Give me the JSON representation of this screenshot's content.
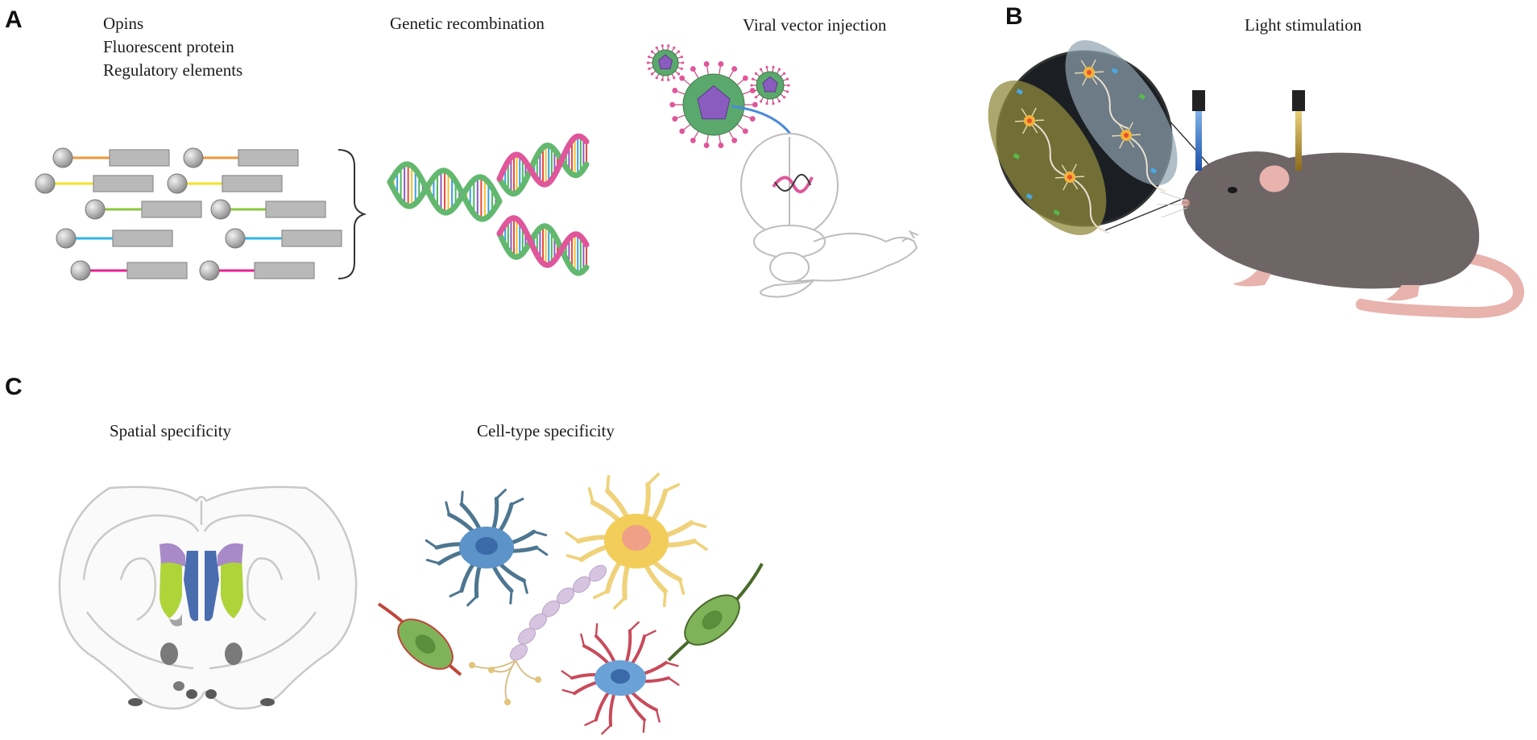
{
  "panels": {
    "a": {
      "letter": "A",
      "components": [
        "Opins",
        "Fluorescent protein",
        "Regulatory elements"
      ],
      "genetic_title": "Genetic recombination",
      "viral_title": "Viral vector injection",
      "construct_colors": [
        "#f0983a",
        "#f2e22a",
        "#8cc63f",
        "#2fb4e6",
        "#e8208f"
      ]
    },
    "b": {
      "letter": "B",
      "title": "Light stimulation"
    },
    "c": {
      "letter": "C",
      "spatial_title": "Spatial specificity",
      "celltype_title": "Cell-type specificity"
    }
  },
  "colors": {
    "gray_box": "#b9b9b9",
    "dna_green": "#63b86f",
    "dna_pink": "#e0569a",
    "virus_green": "#5aa86b",
    "virus_purple": "#8a5cc0",
    "mouse_body": "#6e6666",
    "mouse_pink": "#e8b2ad",
    "astrocyte_blue": "#5c93c8",
    "neuron_yellow": "#f2cd5a",
    "oligo_green": "#7fb35a",
    "brain_purple": "#a98ac8",
    "brain_green": "#aed43a",
    "brain_blue": "#4a6db0"
  }
}
